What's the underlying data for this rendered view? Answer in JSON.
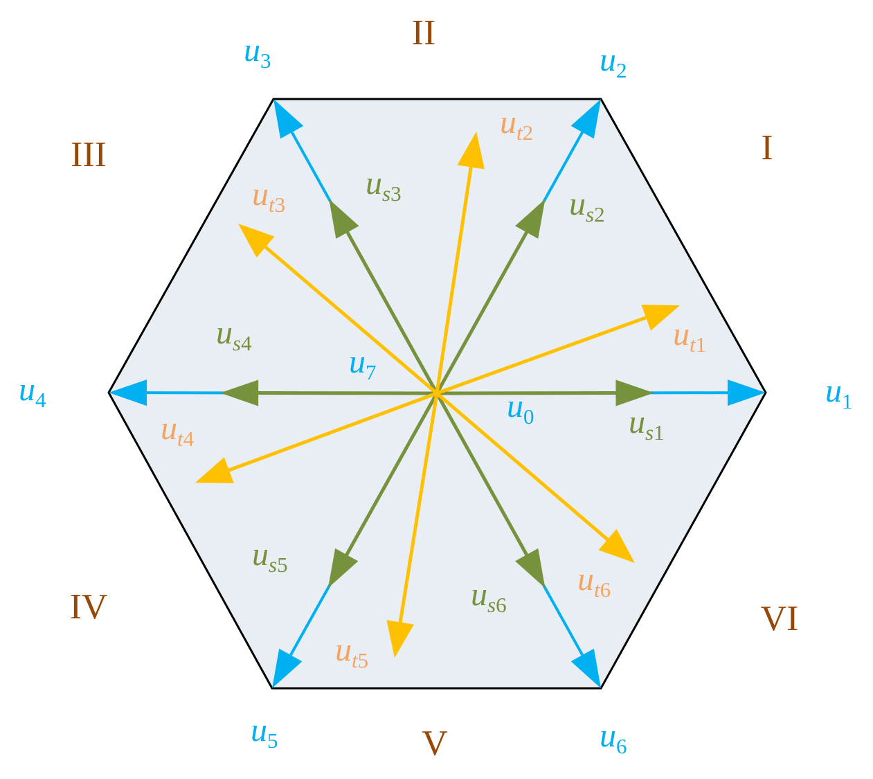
{
  "colors": {
    "basic": "#00b0f0",
    "synth": "#76923c",
    "target": "#ffc000",
    "target_label": "#f4a460",
    "sector": "#984806",
    "hex_fill": "#e8eef4",
    "hex_stroke": "#000000"
  },
  "sectors": [
    "I",
    "II",
    "III",
    "IV",
    "V",
    "VI"
  ],
  "labels": {
    "u1": {
      "base": "u",
      "sub": "1"
    },
    "u2": {
      "base": "u",
      "sub": "2"
    },
    "u3": {
      "base": "u",
      "sub": "3"
    },
    "u4": {
      "base": "u",
      "sub": "4"
    },
    "u5": {
      "base": "u",
      "sub": "5"
    },
    "u6": {
      "base": "u",
      "sub": "6"
    },
    "u0": {
      "base": "u",
      "sub": "0"
    },
    "u7": {
      "base": "u",
      "sub": "7"
    },
    "us1": {
      "base": "u",
      "sub_it": "s",
      "sub": "1"
    },
    "us2": {
      "base": "u",
      "sub_it": "s",
      "sub": "2"
    },
    "us3": {
      "base": "u",
      "sub_it": "s",
      "sub": "3"
    },
    "us4": {
      "base": "u",
      "sub_it": "s",
      "sub": "4"
    },
    "us5": {
      "base": "u",
      "sub_it": "s",
      "sub": "5"
    },
    "us6": {
      "base": "u",
      "sub_it": "s",
      "sub": "6"
    },
    "ut1": {
      "base": "u",
      "sub_it": "t",
      "sub": "1"
    },
    "ut2": {
      "base": "u",
      "sub_it": "t",
      "sub": "2"
    },
    "ut3": {
      "base": "u",
      "sub_it": "t",
      "sub": "3"
    },
    "ut4": {
      "base": "u",
      "sub_it": "t",
      "sub": "4"
    },
    "ut5": {
      "base": "u",
      "sub_it": "t",
      "sub": "5"
    },
    "ut6": {
      "base": "u",
      "sub_it": "t",
      "sub": "6"
    }
  }
}
